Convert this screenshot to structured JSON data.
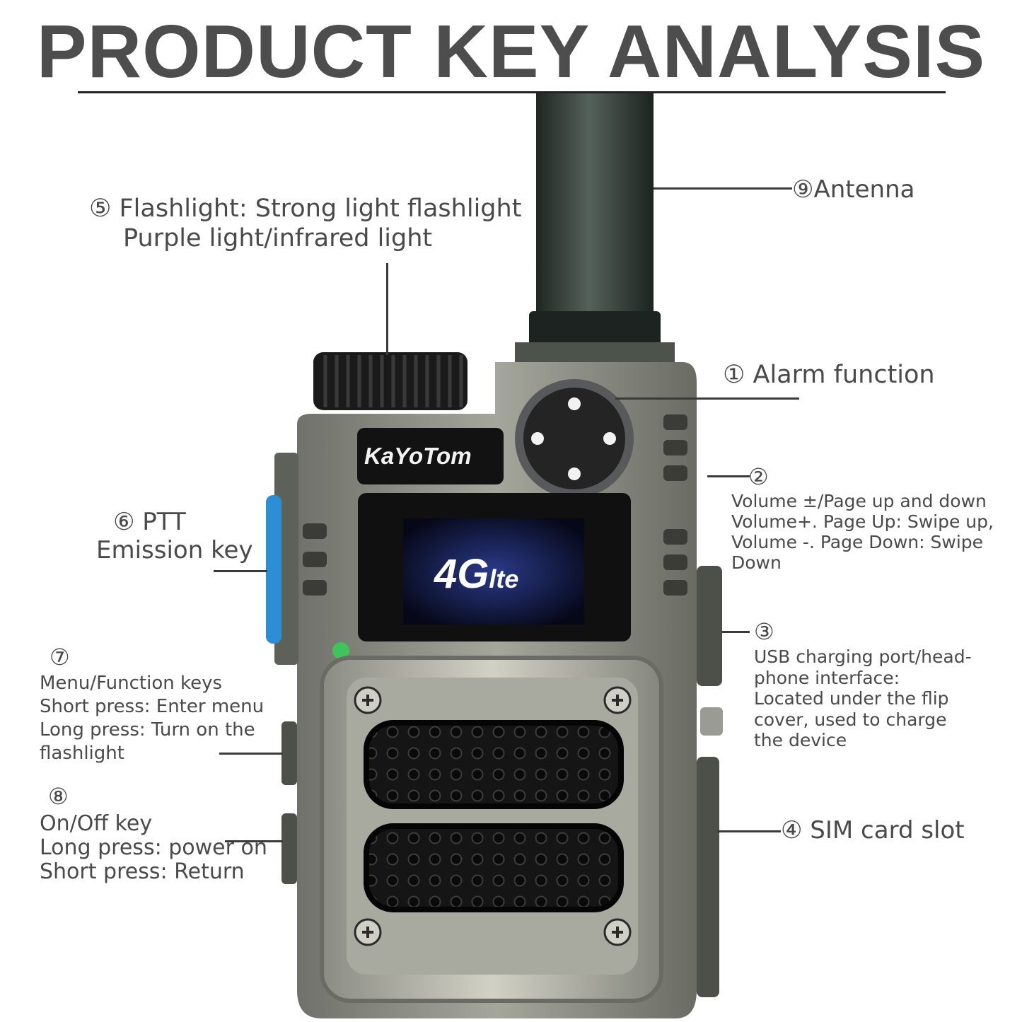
{
  "title": "PRODUCT KEY ANALYSIS",
  "brand": "KaYoTom",
  "screen": {
    "main": "4G",
    "sub": "lte"
  },
  "callouts": [
    {
      "id": "antenna",
      "num": "⑨",
      "lines": [
        "Antenna"
      ]
    },
    {
      "id": "flashlight",
      "num": "⑤",
      "lines": [
        "Flashlight: Strong light flashlight",
        "Purple light/infrared light"
      ]
    },
    {
      "id": "alarm",
      "num": "①",
      "lines": [
        "Alarm function"
      ]
    },
    {
      "id": "volume",
      "num": "②",
      "lines": [
        "Volume ±/Page up and down",
        "Volume+. Page Up: Swipe up,",
        "Volume -. Page Down: Swipe",
        "Down"
      ]
    },
    {
      "id": "ptt",
      "num": "⑥",
      "lines": [
        "PTT",
        "Emission key"
      ]
    },
    {
      "id": "usb",
      "num": "③",
      "lines": [
        "USB charging port/head-",
        "phone interface:",
        "Located under the flip",
        "cover, used to charge",
        "the device"
      ]
    },
    {
      "id": "menu",
      "num": "⑦",
      "lines": [
        "Menu/Function keys",
        "Short press: Enter menu",
        "Long press: Turn on the",
        "flashlight"
      ]
    },
    {
      "id": "onoff",
      "num": "⑧",
      "lines": [
        "On/Off key",
        "Long press: power on",
        "Short press: Return"
      ]
    },
    {
      "id": "sim",
      "num": "④",
      "lines": [
        "SIM card slot"
      ]
    }
  ],
  "colors": {
    "body": "#8d8f86",
    "frame": "#b9b9ad",
    "ptt": "#2c8fd6",
    "led": "#3ec45a",
    "screen": "#0b0e2a",
    "antenna": "#2c3430"
  }
}
